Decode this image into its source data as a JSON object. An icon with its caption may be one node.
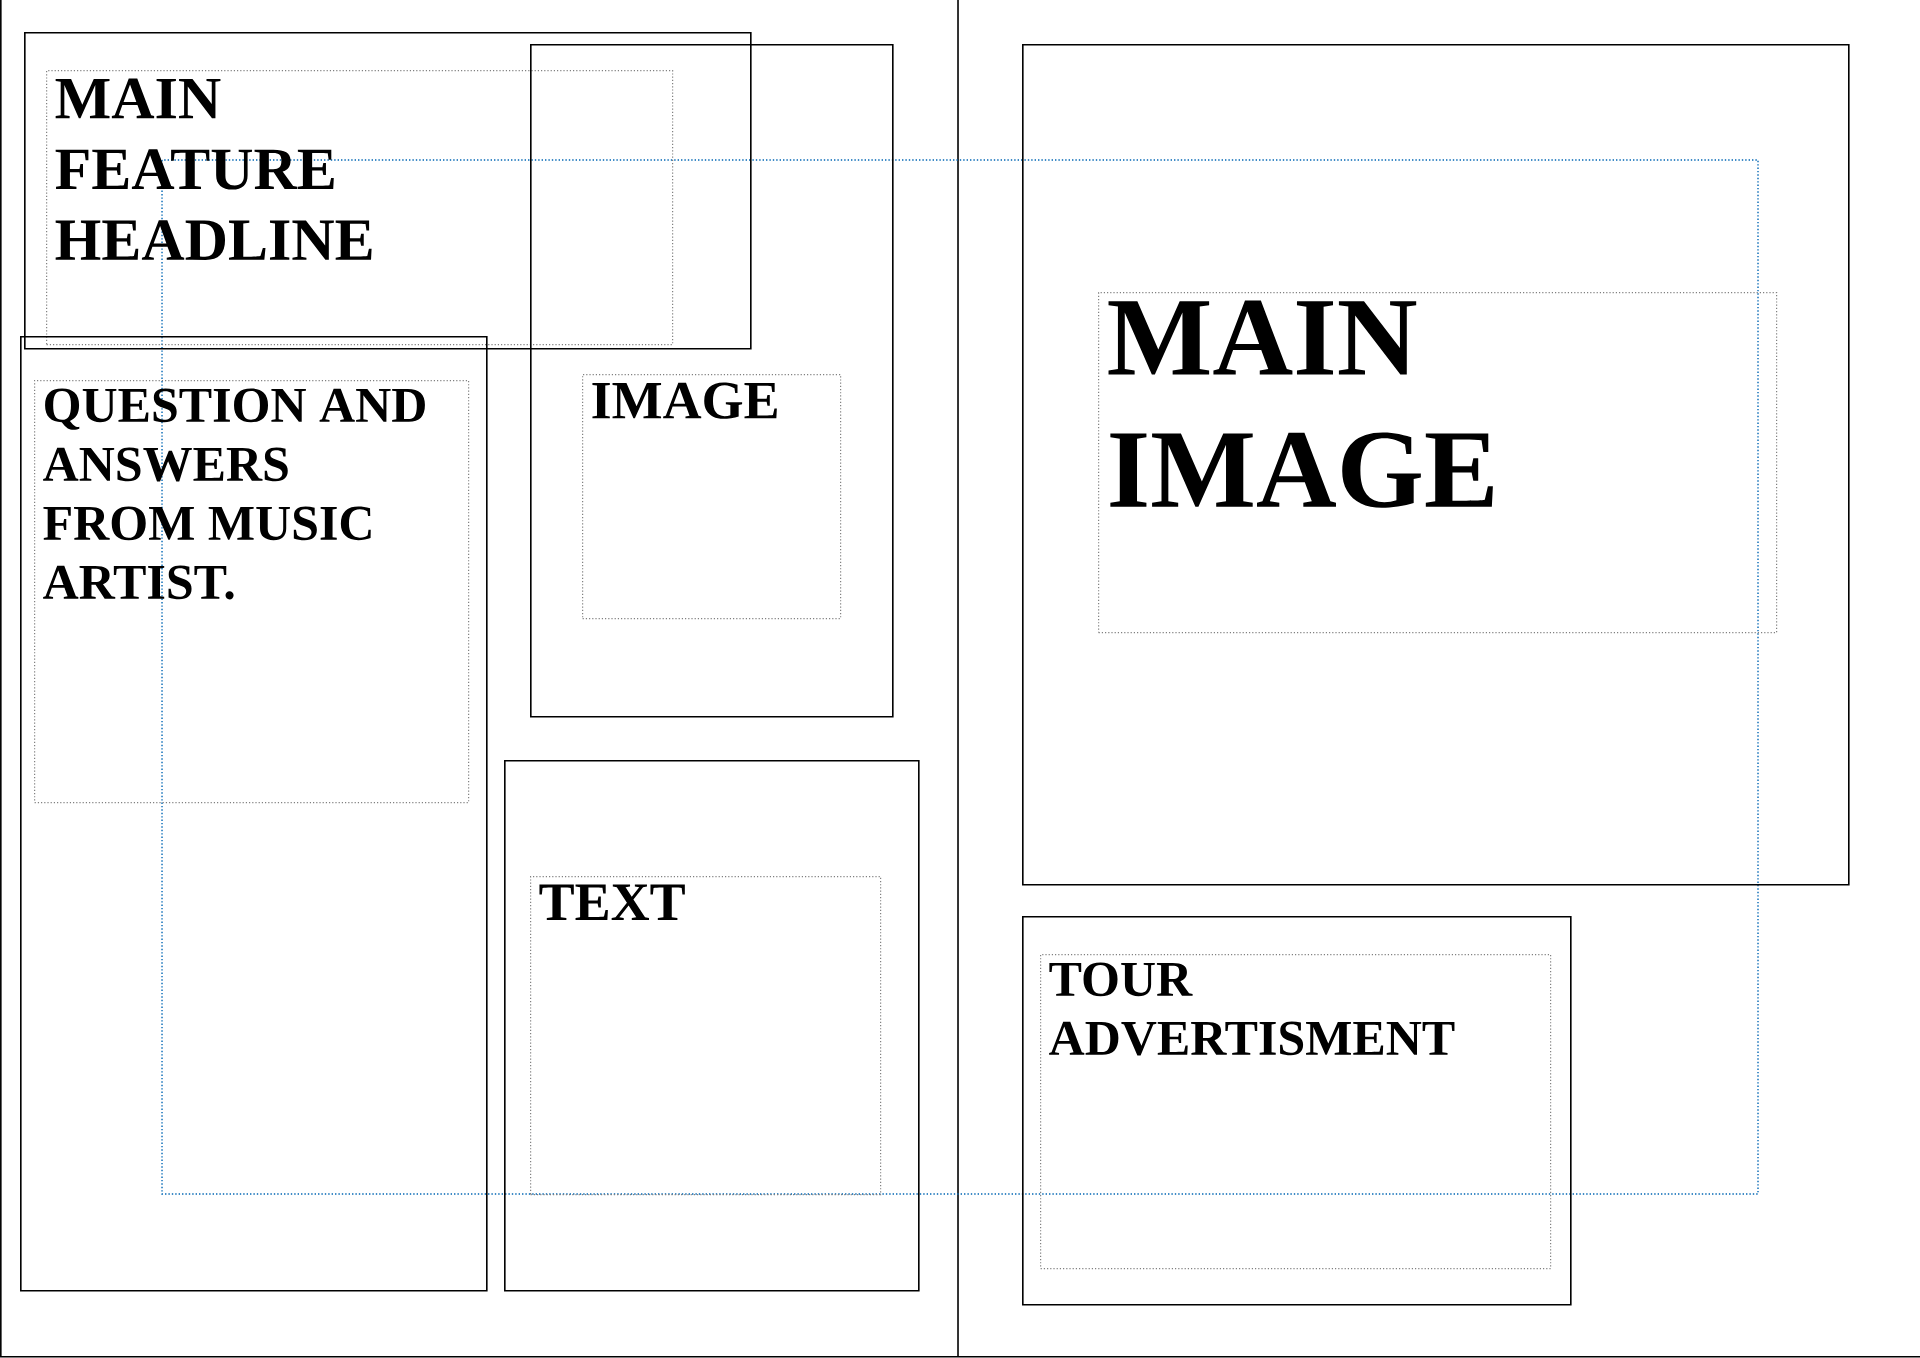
{
  "diagram": {
    "nodes": [
      {
        "text": [],
        "shape": "box"
      },
      {
        "text": [
          "MAIN FEATURE HEADLINE"
        ],
        "in": 0
      },
      {
        "text": [],
        "shape": "box"
      },
      {
        "text": [
          "IMAGE"
        ],
        "in": 2
      },
      {
        "text": [],
        "shape": "box"
      },
      {
        "text": [
          "QUESTION AND ANSWERS FROM MUSIC ARTIST."
        ],
        "in": 4
      },
      {
        "text": [],
        "shape": "box"
      },
      {
        "text": [
          "TEXT"
        ],
        "in": 6
      },
      {
        "text": [],
        "shape": "box"
      },
      {
        "text": [
          "MAIN IMAGE"
        ],
        "in": 8
      },
      {
        "text": [],
        "shape": "box"
      },
      {
        "text": [
          "TOUR ADVERTISMENT"
        ],
        "in": 10
      }
    ]
  }
}
